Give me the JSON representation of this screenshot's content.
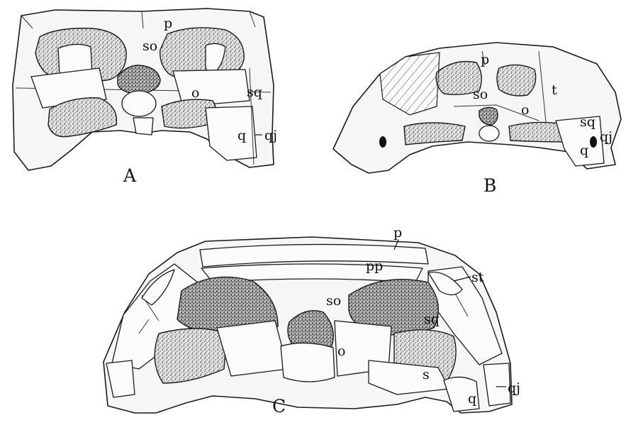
{
  "panels": {
    "A": {
      "letter": "A",
      "labels": {
        "p": "p",
        "so": "so",
        "o": "o",
        "sq": "sq",
        "q": "q",
        "qj": "qj"
      }
    },
    "B": {
      "letter": "B",
      "labels": {
        "p": "p",
        "so": "so",
        "t": "t",
        "o": "o",
        "sq": "sq",
        "qj": "qj",
        "q": "q"
      }
    },
    "C": {
      "letter": "C",
      "labels": {
        "p": "p",
        "pp": "pp",
        "st": "st",
        "so": "so",
        "sq": "sq",
        "o": "o",
        "s": "s",
        "q": "q",
        "qj": "qj"
      }
    }
  }
}
